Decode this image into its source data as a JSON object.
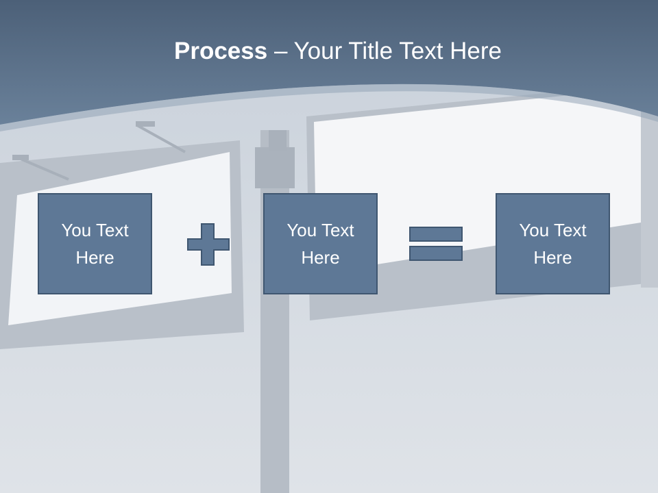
{
  "slide": {
    "title_bold": "Process",
    "title_separator": " – ",
    "title_rest": "Your Title Text Here",
    "boxes": [
      {
        "text": "You Text Here"
      },
      {
        "text": "You Text Here"
      },
      {
        "text": "You Text Here"
      }
    ],
    "operators": [
      "plus-icon",
      "equals-icon"
    ]
  },
  "colors": {
    "header": "#5d7590",
    "box_fill": "#5e7896",
    "box_border": "#3f5670",
    "title_text": "#ffffff"
  }
}
